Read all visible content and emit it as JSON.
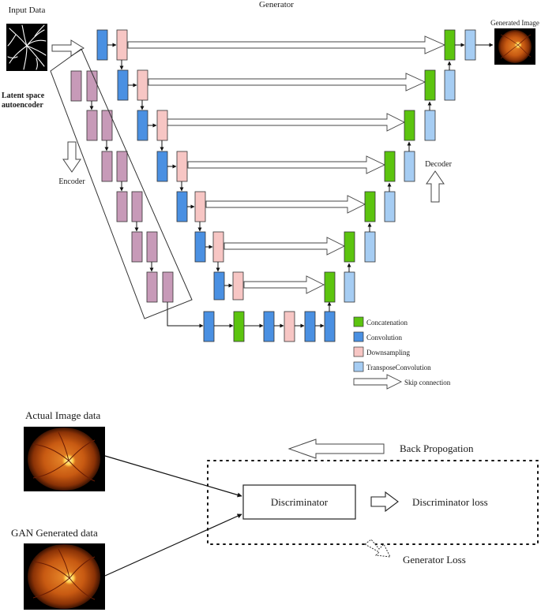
{
  "generator": {
    "title": "Generator",
    "input_label": "Input Data",
    "output_label": "Generated Image",
    "latent_label_line1": "Latent space",
    "latent_label_line2": "autoencoder",
    "encoder_label": "Encoder",
    "decoder_label": "Decoder"
  },
  "legend": {
    "items": [
      {
        "label": "Concatenation",
        "color": "#5cc40f"
      },
      {
        "label": "Convolution",
        "color": "#4a90e2"
      },
      {
        "label": "Downsampling",
        "color": "#f7c6c4"
      },
      {
        "label": "TransposeConvolution",
        "color": "#a6cdf3"
      }
    ],
    "skip_label": "Skip connection"
  },
  "discriminator_section": {
    "actual_label": "Actual Image data",
    "generated_label": "GAN Generated data",
    "discriminator_label": "Discriminator",
    "disc_loss_label": "Discriminator loss",
    "backprop_label": "Back Propogation",
    "gen_loss_label": "Generator Loss"
  },
  "colors": {
    "convolution": "#4a90e2",
    "downsampling": "#f7c6c4",
    "concatenation": "#5cc40f",
    "transpose": "#a6cdf3",
    "latent": "#c79ab8"
  }
}
